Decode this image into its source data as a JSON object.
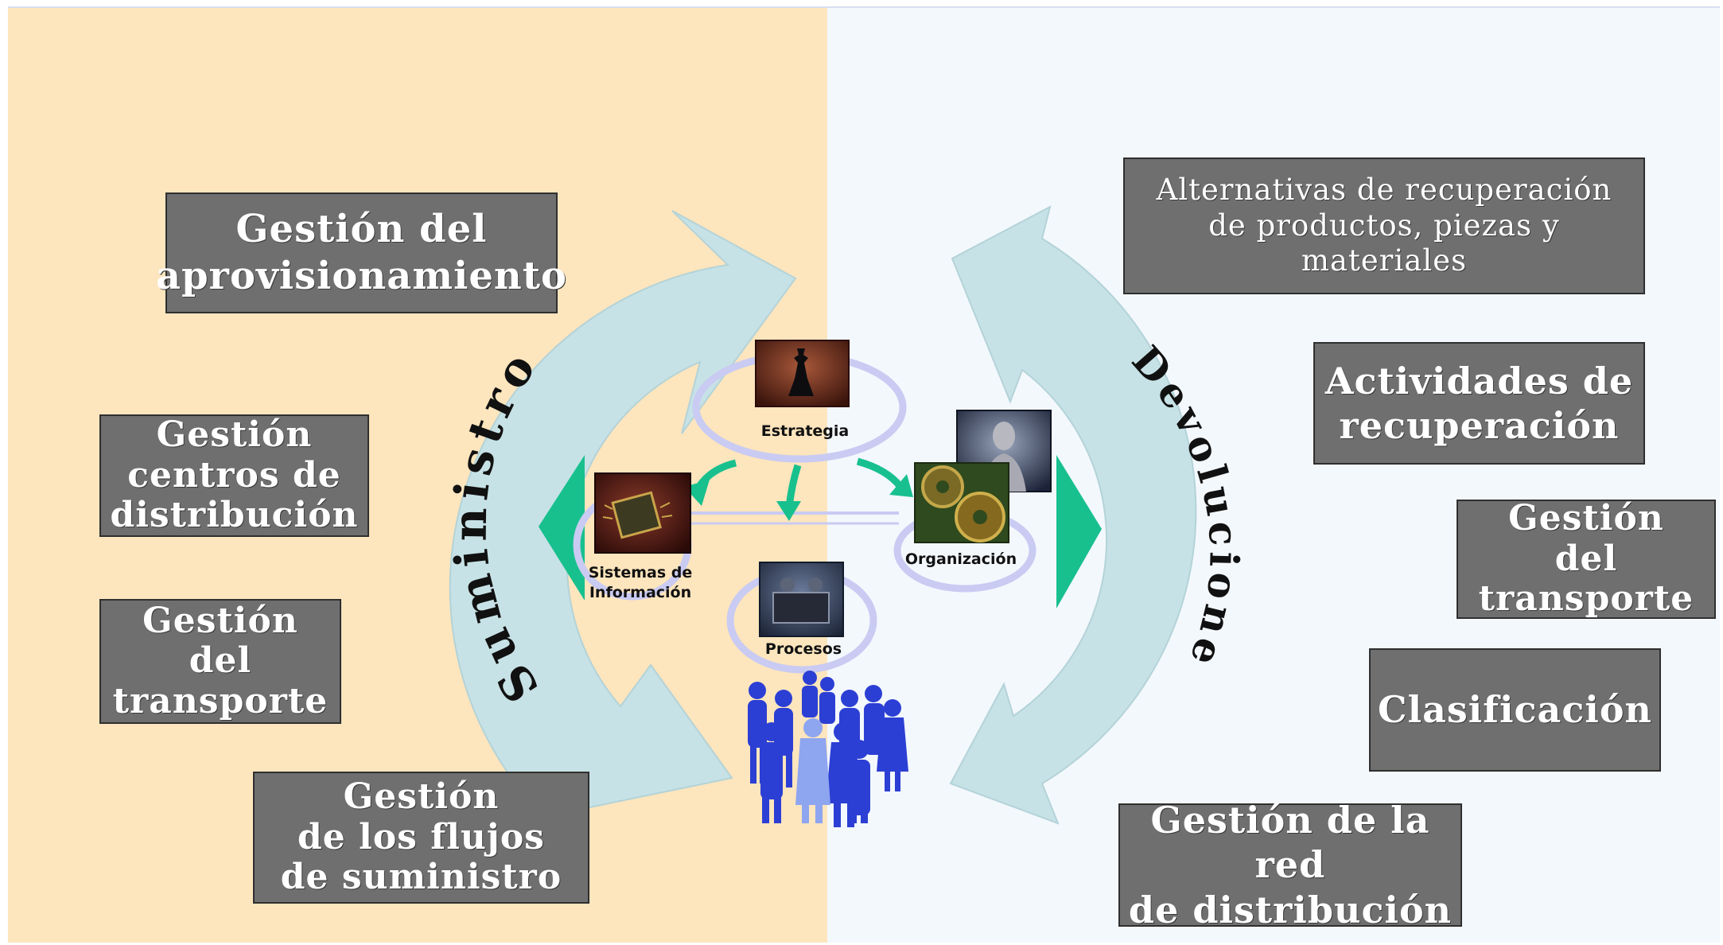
{
  "sides": {
    "left_label": "Suministro",
    "right_label": "Devoluciones"
  },
  "left_boxes": {
    "aprovisionamiento": "Gestión del\naprovisionamiento",
    "centros": "Gestión\ncentros de\ndistribución",
    "transporte": "Gestión\ndel\ntransporte",
    "flujos": "Gestión\nde los flujos\nde suministro"
  },
  "right_boxes": {
    "alternativas": "Alternativas de recuperación\nde productos, piezas y\nmateriales",
    "actividades": "Actividades de\nrecuperación",
    "transporte": "Gestión\ndel\ntransporte",
    "clasificacion": "Clasificación",
    "red": "Gestión de la red\nde distribución"
  },
  "center": {
    "estrategia": "Estrategia",
    "sistemas_1": "Sistemas de",
    "sistemas_2": "Información",
    "organizacion": "Organización",
    "procesos": "Procesos"
  },
  "colors": {
    "left_background": "#fde5bd",
    "right_background": "#f3f8fd",
    "box_fill": "#6f6f6f",
    "arrow_fill": "#c7e2e6",
    "accent_green": "#18c08e",
    "ellipse": "#c9cbf2",
    "people": "#2c3fd4"
  },
  "icons": [
    "chess-piece-icon",
    "circuit-board-icon",
    "human-figure-icon",
    "gears-icon",
    "machine-icon",
    "people-group-icon"
  ]
}
